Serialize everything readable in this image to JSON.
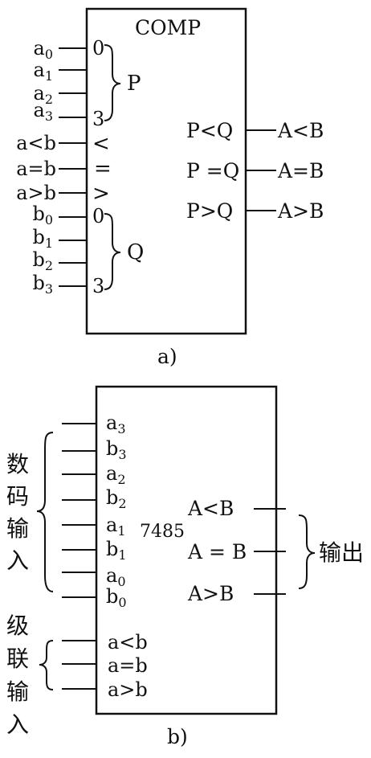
{
  "diagram_a": {
    "title": "COMP",
    "caption": "a)",
    "inputs": [
      {
        "base": "a",
        "sub": "0"
      },
      {
        "base": "a",
        "sub": "1"
      },
      {
        "base": "a",
        "sub": "2"
      },
      {
        "base": "a",
        "sub": "3"
      },
      {
        "base": "a<b",
        "sub": ""
      },
      {
        "base": "a=b",
        "sub": ""
      },
      {
        "base": "a>b",
        "sub": ""
      },
      {
        "base": "b",
        "sub": "0"
      },
      {
        "base": "b",
        "sub": "1"
      },
      {
        "base": "b",
        "sub": "2"
      },
      {
        "base": "b",
        "sub": "3"
      }
    ],
    "pins": [
      "0",
      "3",
      "<",
      "=",
      ">",
      "0",
      "3"
    ],
    "group_p": "P",
    "group_q": "Q",
    "outputs": [
      {
        "inner": "P<Q",
        "outer": "A<B"
      },
      {
        "inner": "P =Q",
        "outer": "A=B"
      },
      {
        "inner": "P>Q",
        "outer": "A>B"
      }
    ]
  },
  "diagram_b": {
    "chip": "7485",
    "caption": "b)",
    "inputs": [
      {
        "base": "a",
        "sub": "3"
      },
      {
        "base": "b",
        "sub": "3"
      },
      {
        "base": "a",
        "sub": "2"
      },
      {
        "base": "b",
        "sub": "2"
      },
      {
        "base": "a",
        "sub": "1"
      },
      {
        "base": "b",
        "sub": "1"
      },
      {
        "base": "a",
        "sub": "0"
      },
      {
        "base": "b",
        "sub": "0"
      },
      {
        "base": "a<b",
        "sub": ""
      },
      {
        "base": "a=b",
        "sub": ""
      },
      {
        "base": "a>b",
        "sub": ""
      }
    ],
    "outputs": [
      "A<B",
      "A = B",
      "A>B"
    ],
    "group_data": [
      "数",
      "码",
      "输",
      "入"
    ],
    "group_cascade": [
      "级",
      "联",
      "输",
      "入"
    ],
    "group_output": "输出"
  }
}
